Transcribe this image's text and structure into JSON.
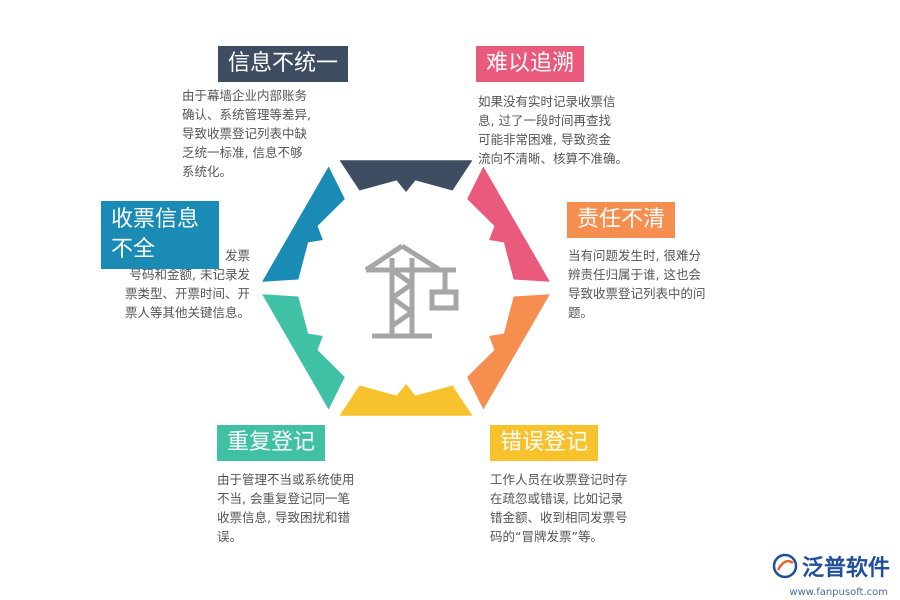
{
  "items": [
    {
      "title": "信息不统一",
      "text": "由于幕墙企业内部账务\n确认、系统管理等差异,\n导致收票登记列表中缺\n乏统一标准, 信息不够\n系统化。",
      "color": "#3f4d63"
    },
    {
      "title": "难以追溯",
      "text": "如果没有实时记录收票信\n息, 过了一段时间再查找\n可能非常困难, 导致资金\n流向不清晰、核算不准确。",
      "color": "#ea5a7d"
    },
    {
      "title": "责任不清",
      "text": "当有问题发生时, 很难分\n辨责任归属于谁, 这也会\n导致收票登记列表中的问\n题。",
      "color": "#f58e4f"
    },
    {
      "title": "错误登记",
      "text": "工作人员在收票登记时存\n在疏忽或错误, 比如记录\n错金额、收到相同发票号\n码的“冒牌发票”等。",
      "color": "#f7c22c"
    },
    {
      "title": "重复登记",
      "text": "由于管理不当或系统使用\n不当, 会重复登记同一笔\n收票信息, 导致困扰和错\n误。",
      "color": "#40c1a5"
    },
    {
      "title": "收票信息\n不全",
      "text": "发票\n号码和金额, 未记录发\n票类型、开票时间、开\n票人等其他关键信息。",
      "color": "#1a8bb5"
    }
  ],
  "center_icon": "construction-crane-icon",
  "logo": {
    "name": "泛普软件",
    "url": "www.fanpusoft.com",
    "icon": "fanpu-logo-icon"
  }
}
